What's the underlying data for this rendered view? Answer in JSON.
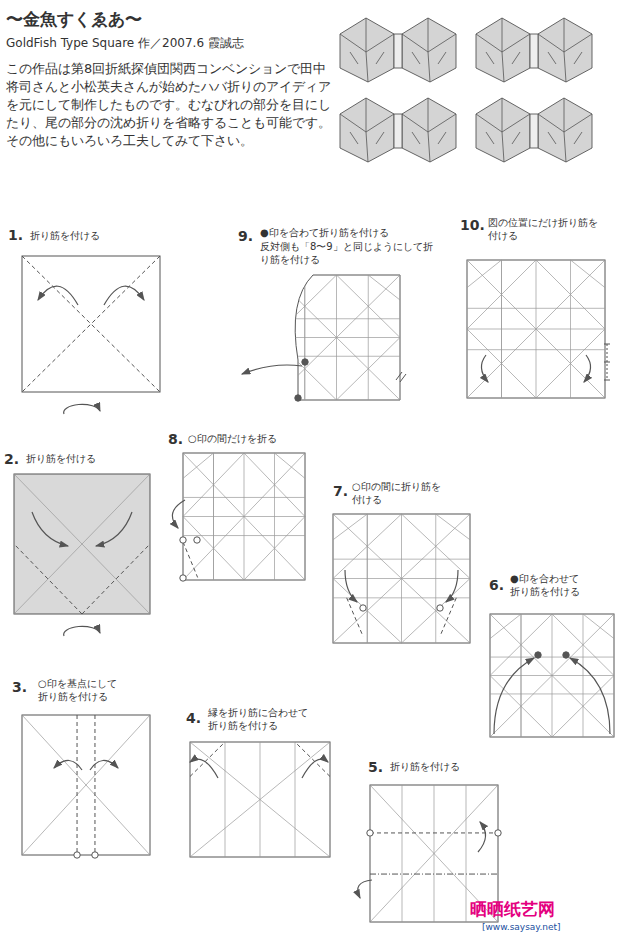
{
  "diagram": {
    "title": "〜金魚すくゑあ〜",
    "labels": [
      "GoldFish Type Square 作／2007.6 霞誠志",
      "この作品は第8回折紙探偵団関西コンベンションで田中将司さんと小松英夫さんが始めたハバ折りのアイディアを元にして制作したものです。むなびれの部分を目にしたり、尾の部分の沈め折りを省略することも可能です。その他にもいろいろ工夫してみて下さい。",
      "1.",
      "折り筋を付ける",
      "2.",
      "折り筋を付ける",
      "3.",
      "○印を基点にして折り筋を付ける",
      "4.",
      "縁を折り筋に合わせて折り筋を付ける",
      "5.",
      "折り筋を付ける",
      "6.",
      "●印を合わせて折り筋を付ける",
      "7.",
      "○印の間に折り筋を付ける",
      "8.",
      "○印の間だけを折る",
      "9.",
      "●印を合わて折り筋を付ける",
      "反対側も「8〜9」と同じようにして折り筋を付ける",
      "10.",
      "図の位置にだけ折り筋を付ける",
      "晒晒纸艺网",
      "[www.saysay.net]"
    ]
  }
}
